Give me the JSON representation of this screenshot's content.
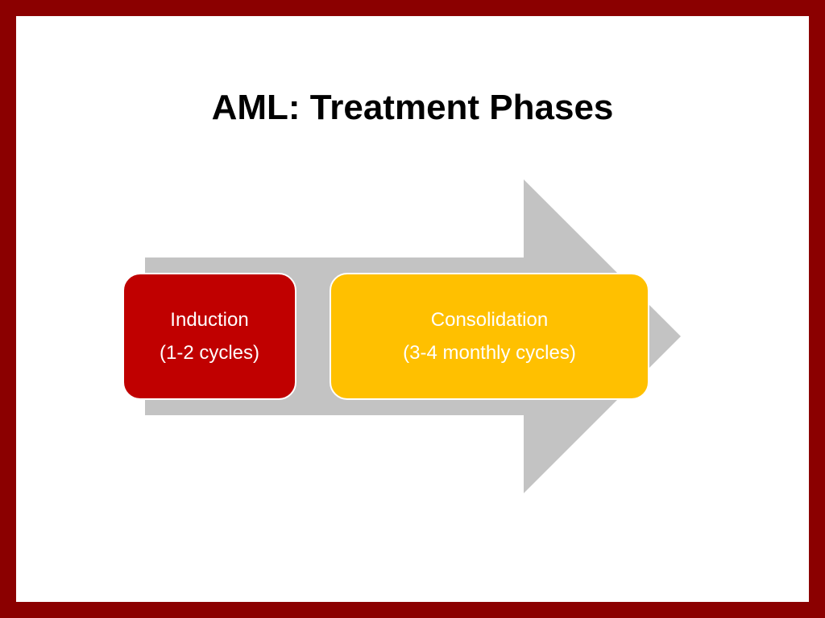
{
  "slide": {
    "title": "AML: Treatment Phases",
    "colors": {
      "frame": "#8b0000",
      "background": "#ffffff",
      "arrow": "#c3c3c3",
      "title_text": "#000000",
      "box_border": "#ffffff"
    }
  },
  "phases": [
    {
      "name": "Induction",
      "detail": "(1-2 cycles)",
      "fill": "#c00000",
      "text_color": "#ffffff"
    },
    {
      "name": "Consolidation",
      "detail": "(3-4 monthly cycles)",
      "fill": "#ffc000",
      "text_color": "#ffffff"
    }
  ]
}
